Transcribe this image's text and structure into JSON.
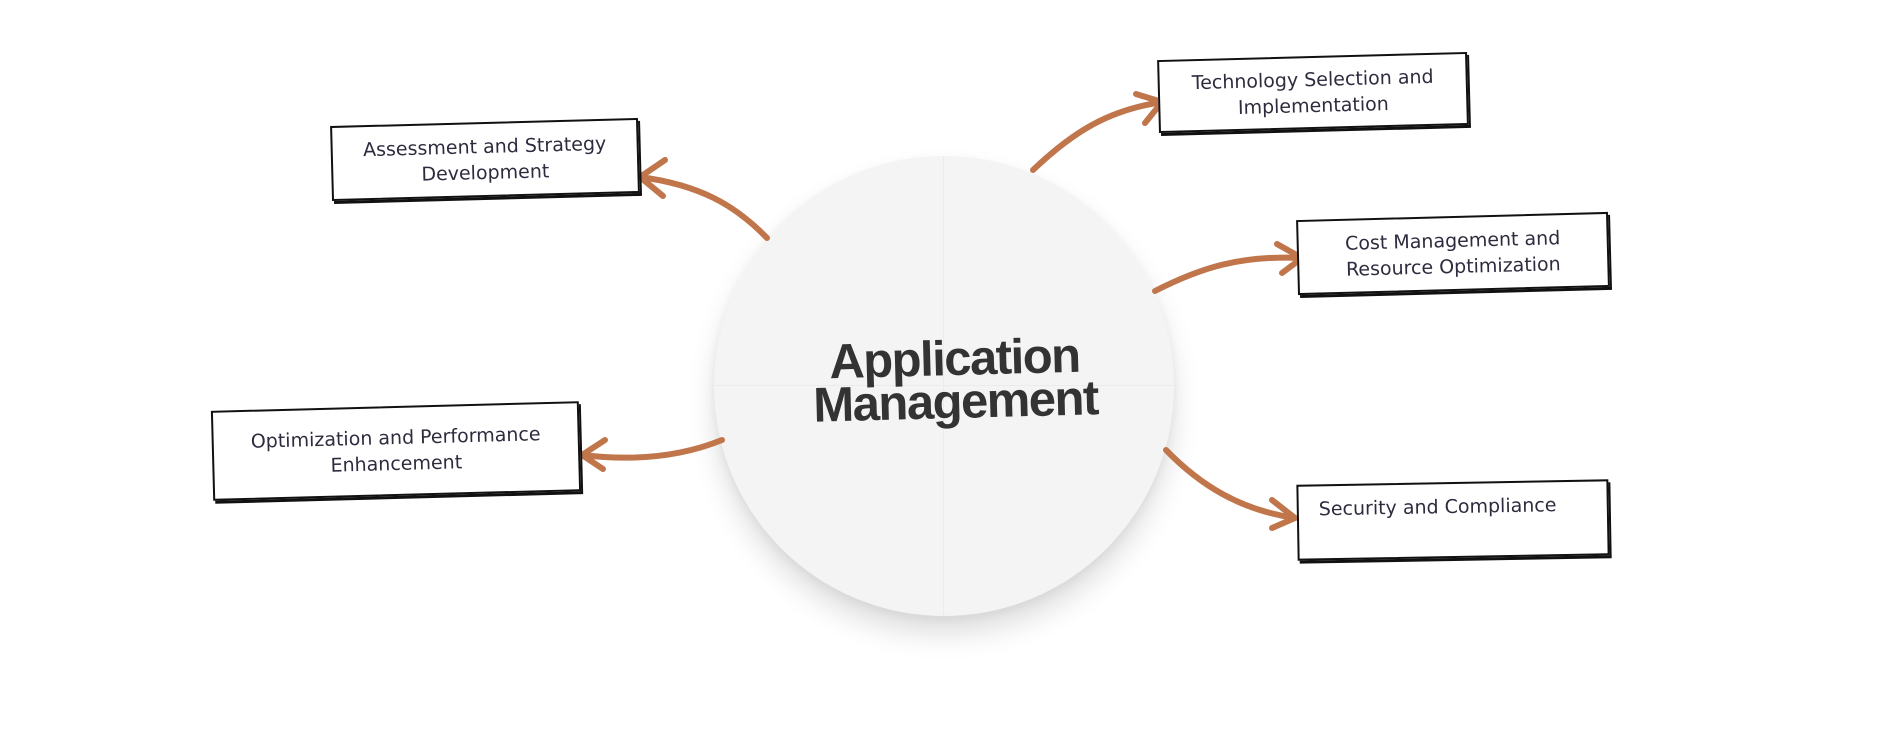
{
  "diagram": {
    "center": {
      "title_line1": "Application",
      "title_line2": "Management"
    },
    "nodes": {
      "assessment": "Assessment and Strategy Development",
      "technology": "Technology Selection and Implementation",
      "cost": "Cost Management and Resource Optimization",
      "optimization": "Optimization and Performance Enhancement",
      "security": "Security and Compliance"
    },
    "colors": {
      "arrow": "#c0754b",
      "circle": "#f4f4f4",
      "title": "#333333",
      "box_border": "#111111",
      "box_text": "#2c2c3e"
    }
  }
}
